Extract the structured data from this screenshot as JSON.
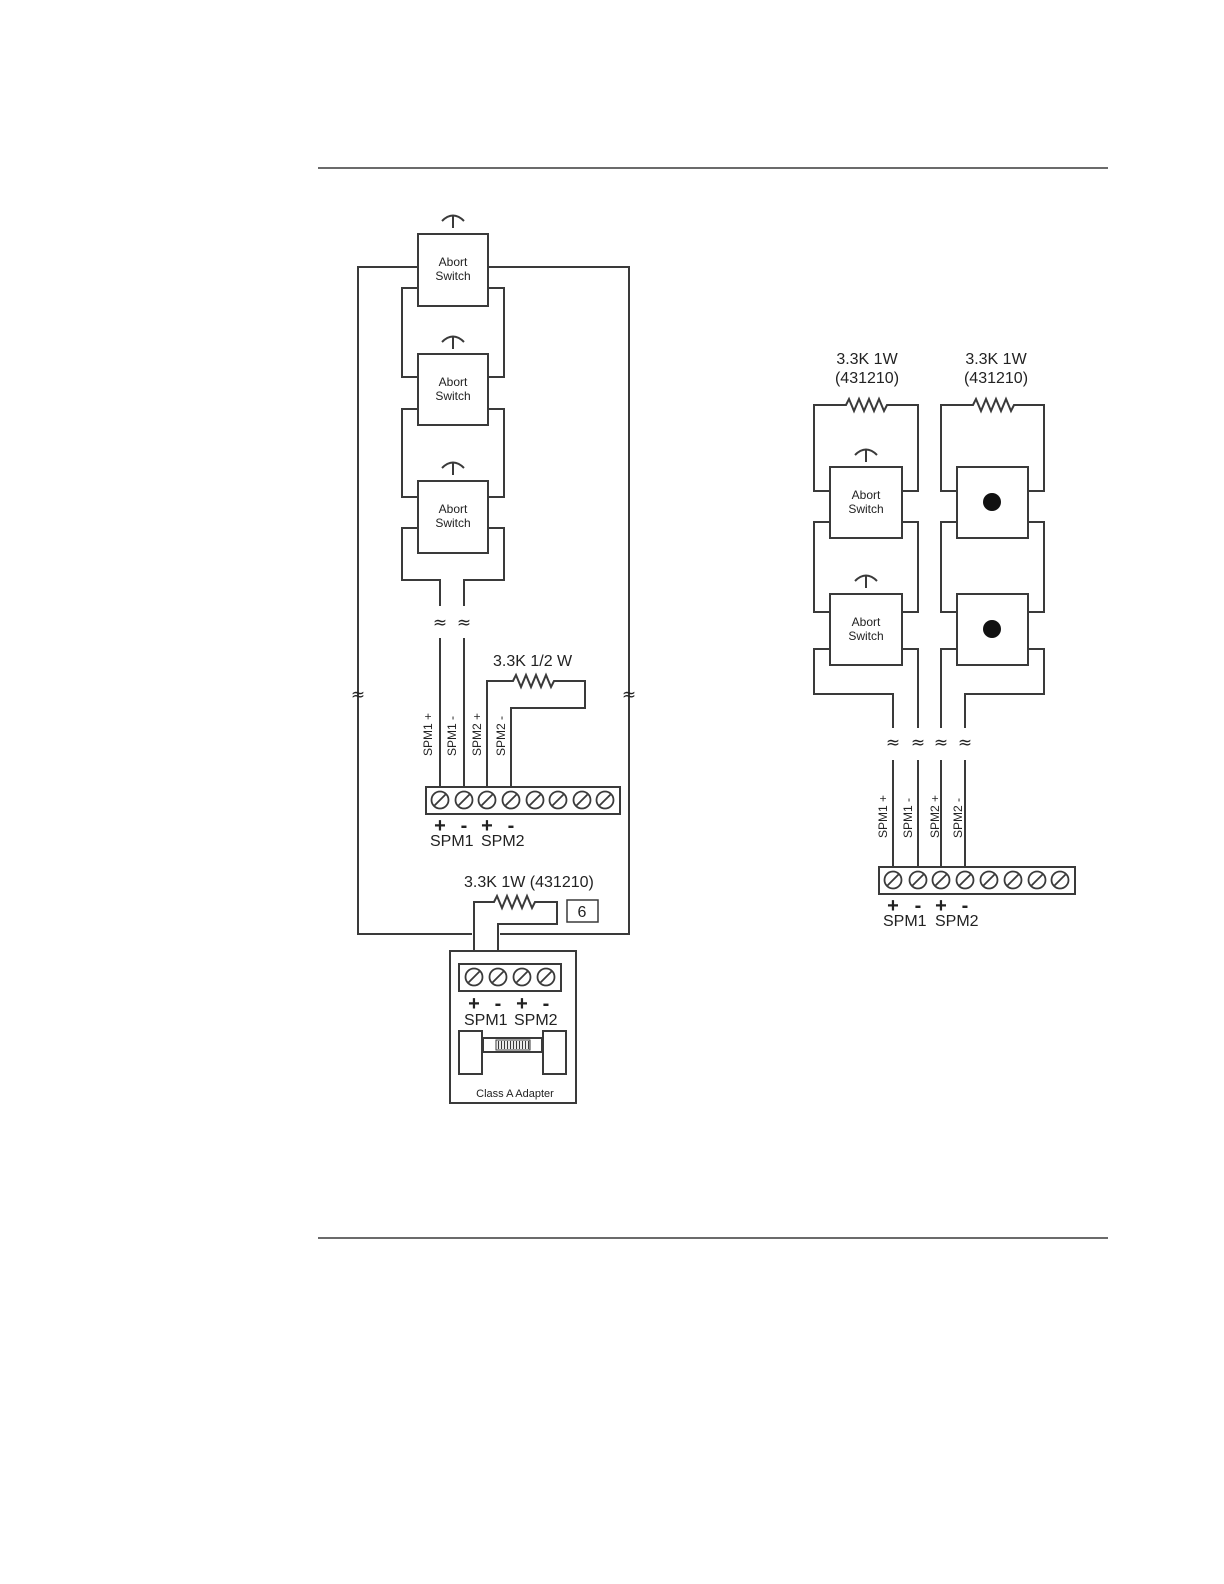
{
  "labels": {
    "abort_line1": "Abort",
    "abort_line2": "Switch",
    "res_half_watt": "3.3K 1/2 W",
    "res_eol_adapter": "3.3K 1W (431210)",
    "res_1w_line1": "3.3K 1W",
    "res_1w_line2": "(431210)",
    "note_number": "6",
    "adapter_title": "Class A Adapter",
    "spm1_plus": "SPM1 +",
    "spm1_minus": "SPM1 -",
    "spm2_plus": "SPM2 +",
    "spm2_minus": "SPM2 -",
    "spm1": "SPM1",
    "spm2": "SPM2",
    "plus": "+",
    "minus": "-",
    "break_mark": "≈"
  }
}
